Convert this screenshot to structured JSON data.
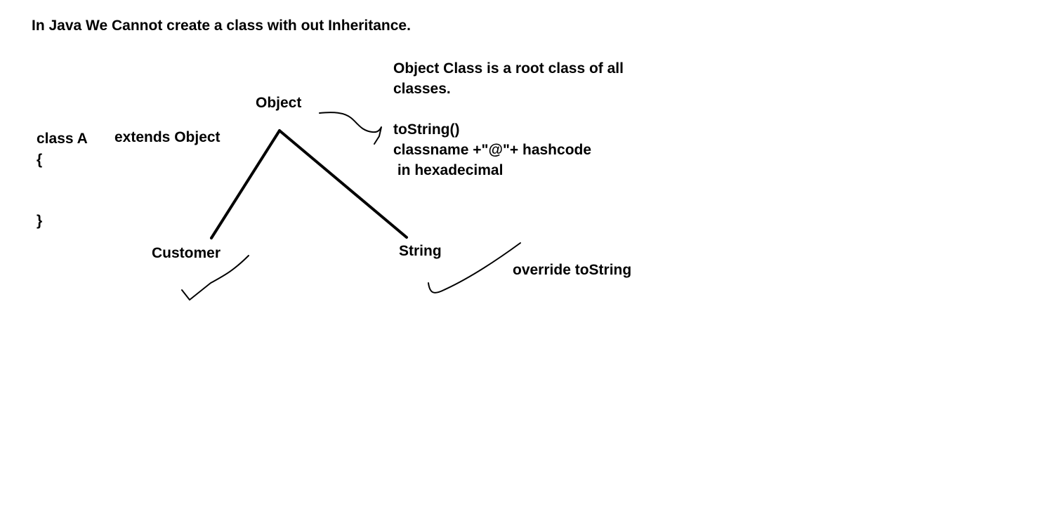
{
  "title": "In Java We Cannot create a class with out Inheritance.",
  "root_note": {
    "line1": "Object Class is a root class of all",
    "line2": "classes."
  },
  "method_note": {
    "line1": "toString()",
    "line2": "classname +\"@\"+ hashcode",
    "line3": " in hexadecimal"
  },
  "tree": {
    "root": "Object",
    "left_child": "Customer",
    "right_child": "String"
  },
  "code": {
    "declaration": "class A",
    "extends": "extends Object",
    "open_brace": "{",
    "close_brace": "}"
  },
  "string_note": "override toString",
  "ink_color": "#000000",
  "background_color": "#ffffff"
}
